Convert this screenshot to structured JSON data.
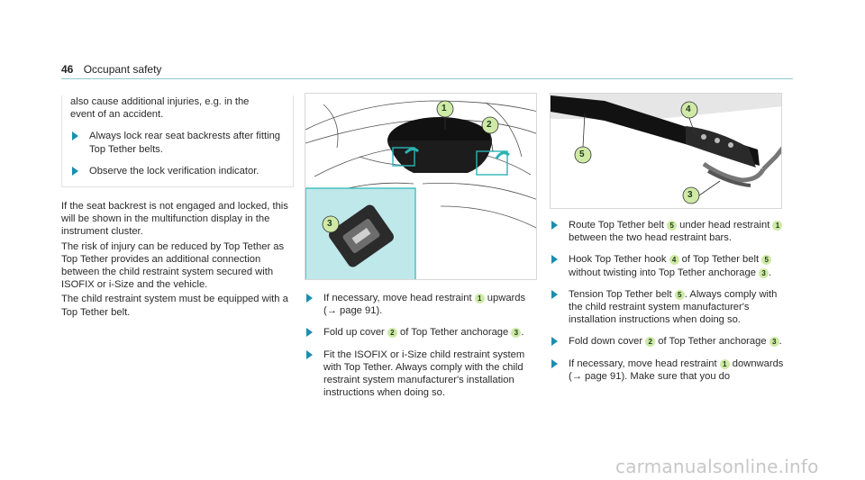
{
  "header": {
    "page_number": "46",
    "section": "Occupant safety"
  },
  "col1": {
    "intro": "also cause additional injuries, e.g. in the event of an accident.",
    "bullets": [
      "Always lock rear seat backrests after fitting Top Tether belts.",
      "Observe the lock verification indicator."
    ],
    "paragraphs": [
      "If the seat backrest is not engaged and locked, this will be shown in the multifunction display in the instrument cluster.",
      "The risk of injury can be reduced by Top Tether as Top Tether provides an additional connection between the child restraint system secured with ISOFIX or i-Size and the vehicle.",
      "The child restraint system must be equipped with a Top Tether belt."
    ]
  },
  "figure1": {
    "callouts": [
      "1",
      "2",
      "3"
    ]
  },
  "figure2": {
    "callouts": [
      "4",
      "5",
      "3"
    ]
  },
  "col2": {
    "step1": {
      "a": "If necessary, move head restraint ",
      "n1": "1",
      "b": " upwards (→ page 91)."
    },
    "step2": {
      "a": "Fold up cover ",
      "n1": "2",
      "b": " of Top Tether anchorage ",
      "n2": "3",
      "c": "."
    },
    "step3": {
      "a": "Fit the ISOFIX or i-Size child restraint system with Top Tether. Always comply with the child restraint system manufacturer's installation instructions when doing so."
    }
  },
  "col3": {
    "step1": {
      "a": "Route Top Tether belt ",
      "n1": "5",
      "b": " under head restraint ",
      "n2": "1",
      "c": " between the two head restraint bars."
    },
    "step2": {
      "a": "Hook Top Tether hook ",
      "n1": "4",
      "b": " of Top Tether belt ",
      "n2": "5",
      "c": " without twisting into Top Tether anchorage ",
      "n3": "3",
      "d": "."
    },
    "step3": {
      "a": "Tension Top Tether belt ",
      "n1": "5",
      "b": ". Always comply with the child restraint system manufacturer's installation instructions when doing so."
    },
    "step4": {
      "a": "Fold down cover ",
      "n1": "2",
      "b": " of Top Tether anchorage ",
      "n2": "3",
      "c": "."
    },
    "step5": {
      "a": "If necessary, move head restraint ",
      "n1": "1",
      "b": " downwards (→ page 91). Make sure that you do"
    }
  },
  "watermark": "carmanualsonline.info",
  "colors": {
    "accent": "#1a8fb0",
    "callout": "#cfe9a6",
    "inset": "#bfe8ea"
  }
}
